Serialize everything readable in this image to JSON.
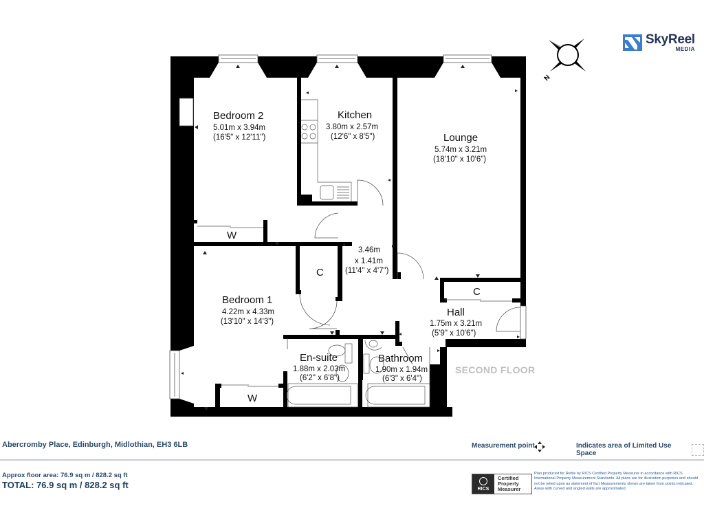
{
  "brand": {
    "name": "SkyReel",
    "sub": "MEDIA",
    "color": "#26345a",
    "icon_color": "#3a7bd5"
  },
  "compass": {
    "north_label": "N"
  },
  "plan": {
    "floor_label": "SECOND FLOOR",
    "rooms": [
      {
        "id": "bedroom2",
        "name": "Bedroom 2",
        "metric": "5.01m x 3.94m",
        "imperial": "(16'5\" x 12'11\")"
      },
      {
        "id": "kitchen",
        "name": "Kitchen",
        "metric": "3.80m x 2.57m",
        "imperial": "(12'6\" x 8'5\")"
      },
      {
        "id": "lounge",
        "name": "Lounge",
        "metric": "5.74m x 3.21m",
        "imperial": "(18'10\" x 10'6\")"
      },
      {
        "id": "corridor",
        "name": "",
        "metric": "3.46m",
        "metric2": "x 1.41m",
        "imperial": "(11'4\" x 4'7\")"
      },
      {
        "id": "bedroom1",
        "name": "Bedroom 1",
        "metric": "4.22m x 4.33m",
        "imperial": "(13'10\" x 14'3\")"
      },
      {
        "id": "hall",
        "name": "Hall",
        "metric": "1.75m x 3.21m",
        "imperial": "(5'9\" x 10'6\")"
      },
      {
        "id": "ensuite",
        "name": "En-suite",
        "metric": "1.88m x 2.03m",
        "imperial": "(6'2\" x 6'8\")"
      },
      {
        "id": "bathroom",
        "name": "Bathroom",
        "metric": "1.90m x 1.94m",
        "imperial": "(6'3\" x 6'4\")"
      }
    ],
    "cupboards": {
      "wardrobe_bed2": "W",
      "wardrobe_bed1": "W",
      "cupboard_corridor": "C",
      "cupboard_hall": "C"
    }
  },
  "footer": {
    "address": "Abercromby Place, Edinburgh, Midlothian, EH3 6LB",
    "legend_measurement": "Measurement point",
    "legend_limited": "Indicates area of  Limited Use Space",
    "approx_area": "Approx floor area: 76.9 sq m / 828.2 sq ft",
    "total": "TOTAL: 76.9 sq m / 828.2 sq ft",
    "rics_badge": {
      "mark": "RICS",
      "line1": "Certified",
      "line2": "Property",
      "line3": "Measurer"
    },
    "disclaimer": "Plan produced for Rettie by RICS Certified Property Measurer in accordance with RICS International Property  Measurement Standards.  All plans are for illustration purposes and should not be relied upon as statement of fact Measurements shown are taken from points indicated. Areas with curved and angled walls are approximated."
  }
}
